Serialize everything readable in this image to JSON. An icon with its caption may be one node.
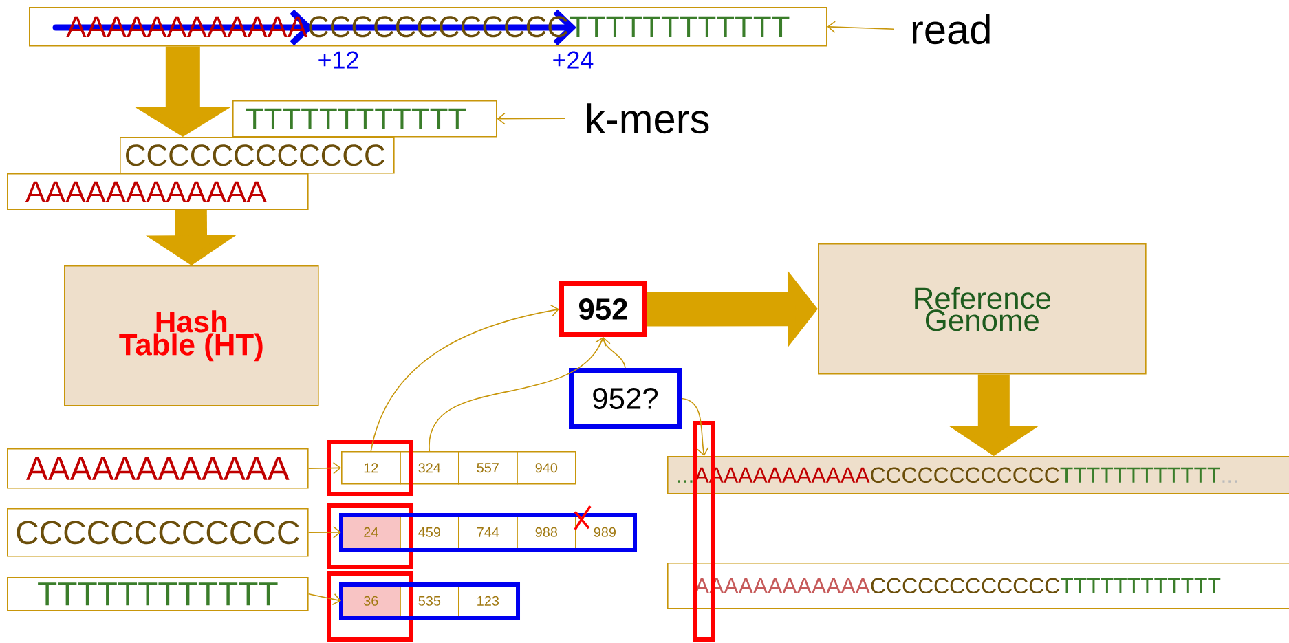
{
  "diagram": {
    "nodes": [
      {
        "text": [
          "AAAAAAAAAAAA",
          "CCCCCCCCCCCC",
          "TTTTTTTTTTTT"
        ]
      },
      {
        "text": [
          "read"
        ]
      },
      {
        "text": [
          "TTTTTTTTTTTT"
        ]
      },
      {
        "text": [
          "CCCCCCCCCCCC"
        ]
      },
      {
        "text": [
          "AAAAAAAAAAAA"
        ]
      },
      {
        "text": [
          "k-mers"
        ]
      },
      {
        "text": [
          "Hash Table (HT)"
        ]
      },
      {
        "text": [
          "952"
        ]
      },
      {
        "text": [
          "Reference Genome"
        ]
      },
      {
        "text": [
          "952?"
        ]
      },
      {
        "text": [
          "AAAAAAAAAAAA"
        ]
      },
      {
        "text": [
          "12"
        ]
      },
      {
        "text": [
          "324"
        ]
      },
      {
        "text": [
          "557"
        ]
      },
      {
        "text": [
          "940"
        ]
      },
      {
        "text": [
          "CCCCCCCCCCCC"
        ]
      },
      {
        "text": [
          "24"
        ]
      },
      {
        "text": [
          "459"
        ]
      },
      {
        "text": [
          "744"
        ]
      },
      {
        "text": [
          "988"
        ]
      },
      {
        "text": [
          "989"
        ]
      },
      {
        "text": [
          "TTTTTTTTTTTT"
        ]
      },
      {
        "text": [
          "36"
        ]
      },
      {
        "text": [
          "535"
        ]
      },
      {
        "text": [
          "123"
        ]
      },
      {
        "text": [
          "...",
          "AAAAAAAAAAAA",
          "CCCCCCCCCCCC",
          "TTTTTTTTTTTT",
          "..."
        ]
      },
      {
        "text": [
          "AAAAAAAAAAAA",
          "CCCCCCCCCCCC",
          "TTTTTTTTTTTT"
        ]
      }
    ],
    "edges": [
      {
        "from": 1,
        "to": 0,
        "arrow": "to"
      },
      {
        "from": 0,
        "to": 3,
        "arrow": "to",
        "style": "thick"
      },
      {
        "from": 5,
        "to": 2,
        "arrow": "to"
      },
      {
        "from": 4,
        "to": 6,
        "arrow": "to",
        "style": "thick"
      },
      {
        "from": 7,
        "to": 8,
        "arrow": "to",
        "style": "thick"
      },
      {
        "from": 8,
        "to": 25,
        "arrow": "to",
        "style": "thick"
      },
      {
        "from": 10,
        "to": 11,
        "arrow": "to"
      },
      {
        "from": 15,
        "to": 16,
        "arrow": "to"
      },
      {
        "from": 21,
        "to": 22,
        "arrow": "to"
      },
      {
        "from": 11,
        "to": 7,
        "arrow": "to"
      },
      {
        "from": 12,
        "to": 7,
        "arrow": "to"
      },
      {
        "from": 9,
        "to": 7,
        "arrow": "to"
      },
      {
        "from": 9,
        "to": 25,
        "arrow": "to"
      }
    ],
    "labels": [
      "+12",
      "+24"
    ]
  }
}
